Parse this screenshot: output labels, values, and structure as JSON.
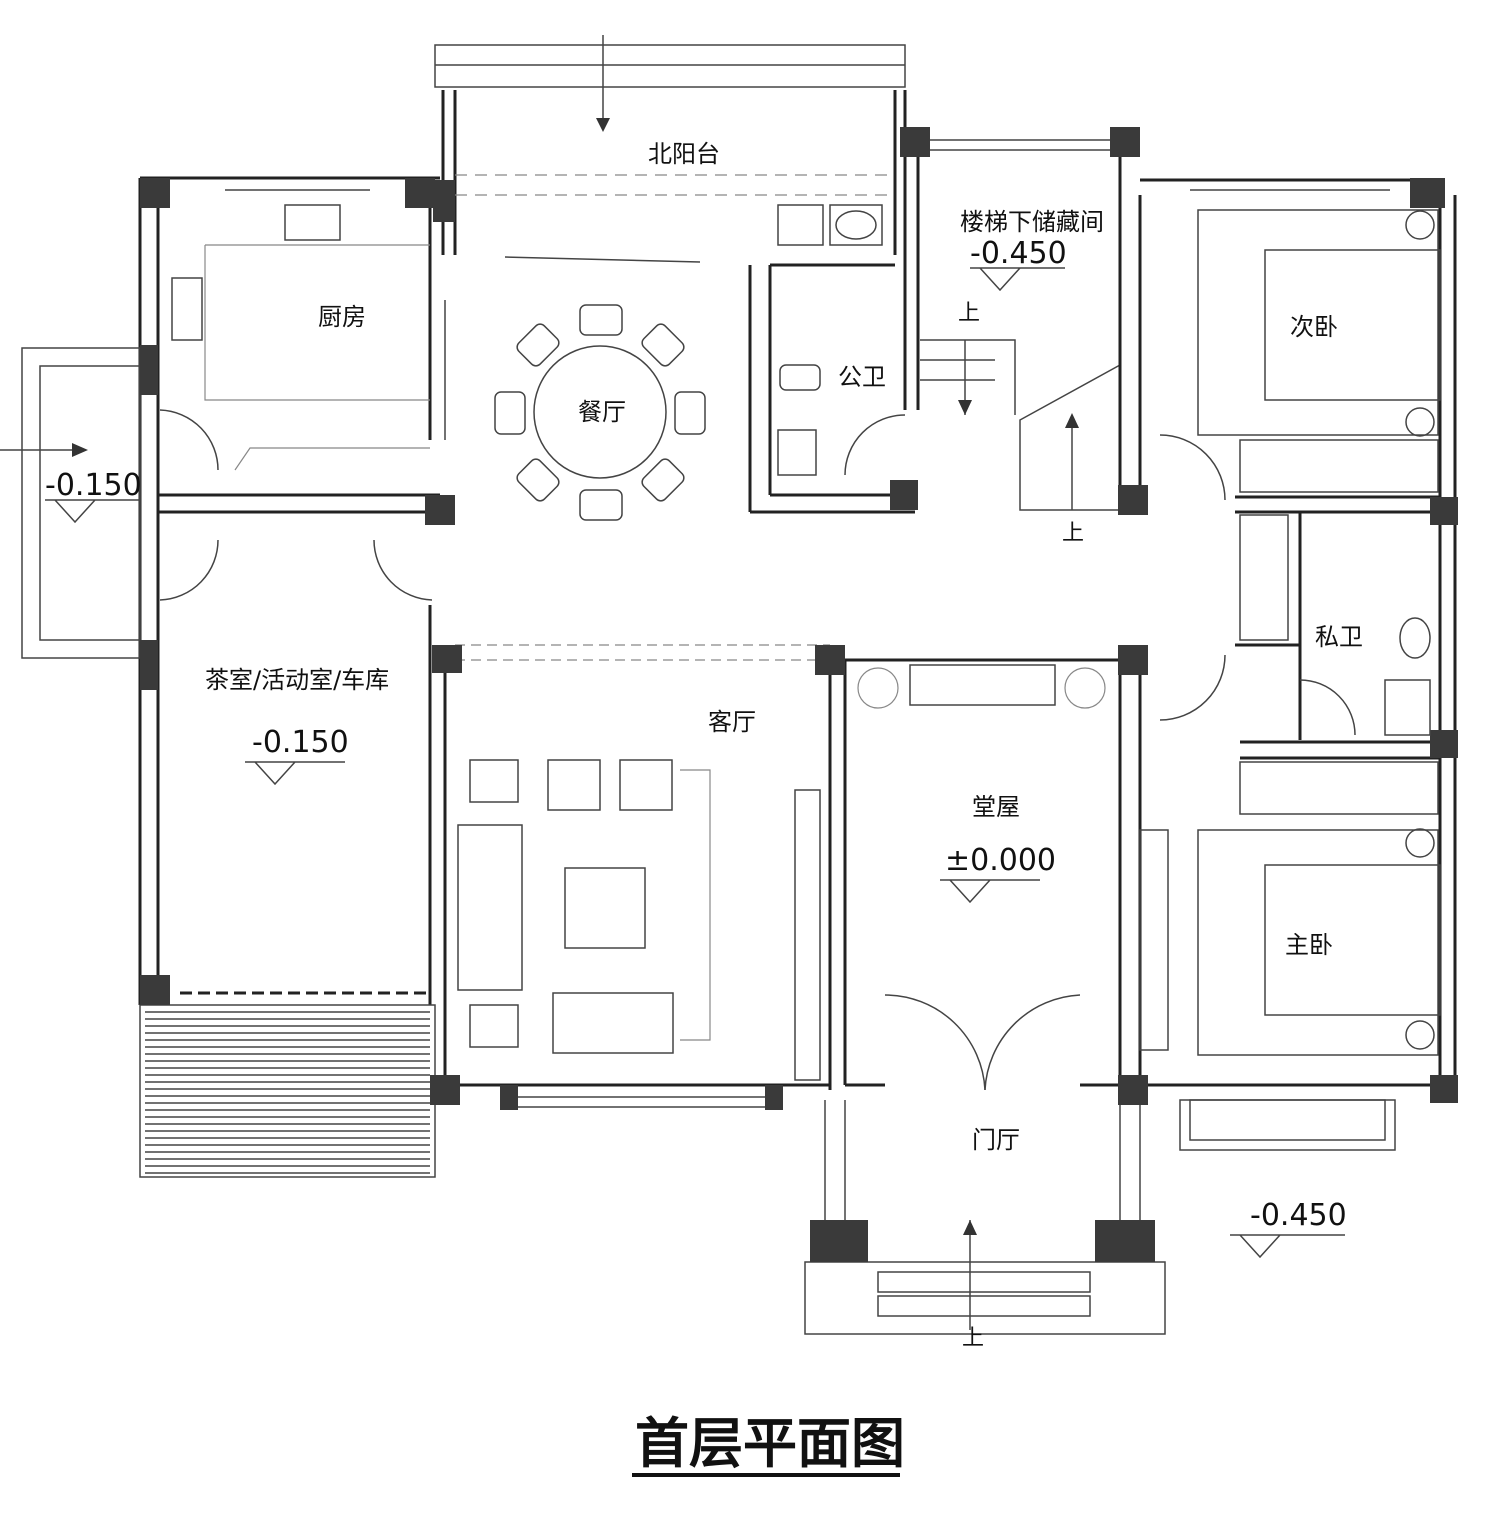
{
  "title": "首层平面图",
  "rooms": {
    "north_balcony": "北阳台",
    "stair_storage": "楼梯下储藏间",
    "kitchen": "厨房",
    "dining": "餐厅",
    "public_bath": "公卫",
    "second_bedroom": "次卧",
    "private_bath": "私卫",
    "tea_room": "茶室/活动室/车库",
    "living": "客厅",
    "main_hall": "堂屋",
    "master_bedroom": "主卧",
    "foyer": "门厅"
  },
  "levels": {
    "stair_storage": "-0.450",
    "side_entry": "-0.150",
    "tea_room": "-0.150",
    "main_hall": "±0.000",
    "exterior": "-0.450"
  },
  "stair_labels": {
    "up_a": "上",
    "up_b": "上",
    "up_c": "上"
  }
}
